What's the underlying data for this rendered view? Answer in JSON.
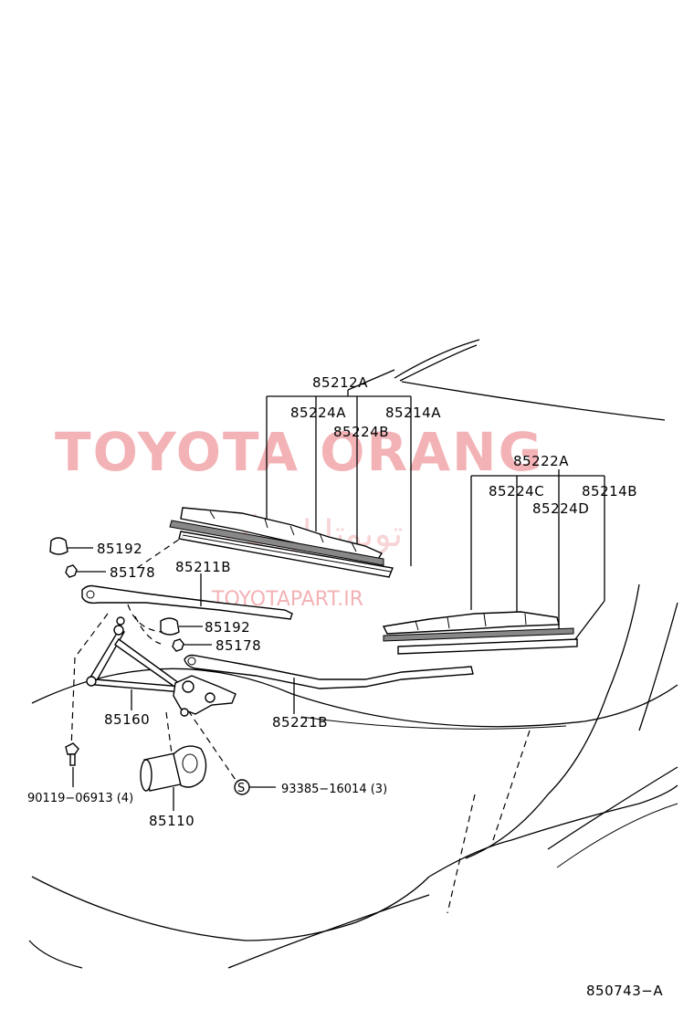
{
  "watermark": {
    "brand": "TOYOTA ORANG",
    "persian": "تویوتا اورنگ",
    "url": "TOYOTAPART.IR"
  },
  "labels": {
    "p85212A": "85212A",
    "p85224A": "85224A",
    "p85224B": "85224B",
    "p85214A": "85214A",
    "p85222A": "85222A",
    "p85224C": "85224C",
    "p85224D": "85224D",
    "p85214B": "85214B",
    "p85192a": "85192",
    "p85178a": "85178",
    "p85211B": "85211B",
    "p85192b": "85192",
    "p85178b": "85178",
    "p85160": "85160",
    "p85221B": "85221B",
    "p9011906913": "90119−06913 (4)",
    "p85110": "85110",
    "p9338516014": "93385−16014 (3)",
    "s_marker": "S"
  },
  "figure_code": "850743−A",
  "icons": {
    "cap": "wiper-arm-cap-icon",
    "nut": "hex-nut-icon",
    "bolt": "bolt-icon",
    "motor": "wiper-motor-icon"
  },
  "colors": {
    "ink": "#000000",
    "watermark": "#f2a6aa",
    "watermark_light": "#f4c4c6"
  }
}
